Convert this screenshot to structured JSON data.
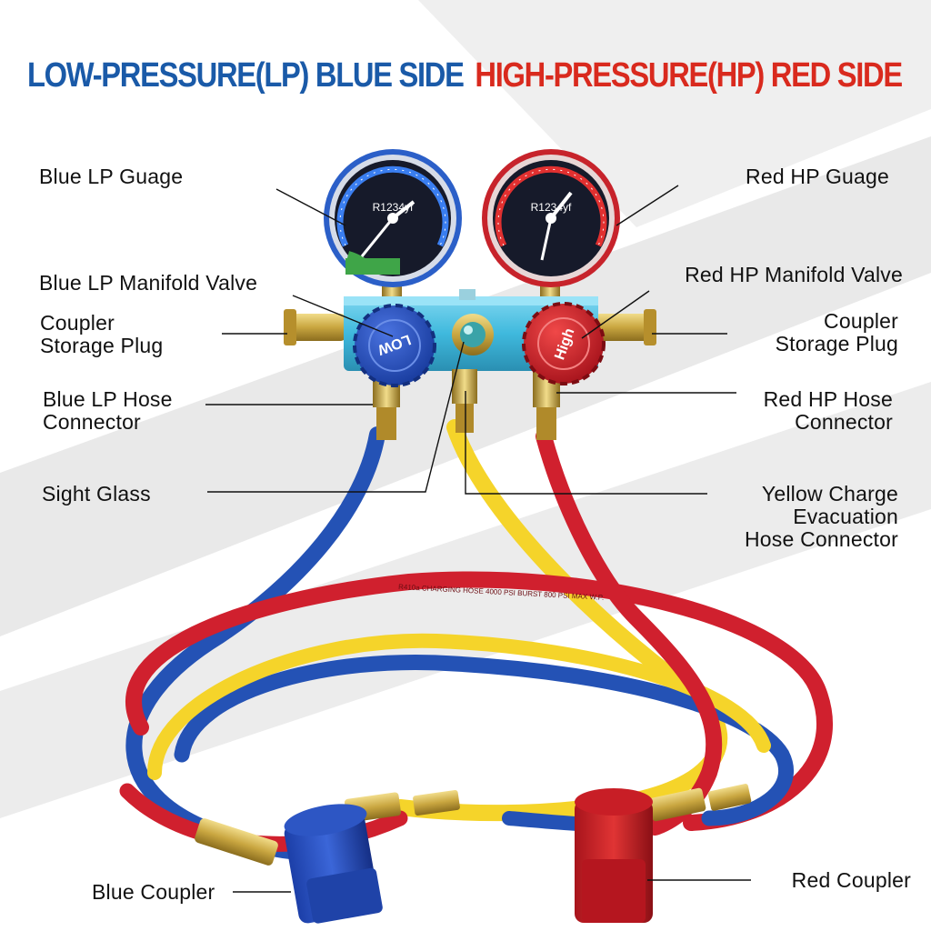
{
  "headings": {
    "low_side": "LOW-PRESSURE(LP) BLUE SIDE",
    "high_side": "HIGH-PRESSURE(HP) RED SIDE"
  },
  "labels": {
    "blue_lp_gauge": "Blue LP Guage",
    "red_hp_gauge": "Red HP Guage",
    "blue_lp_manifold_valve": "Blue LP Manifold Valve",
    "red_hp_manifold_valve": "Red HP Manifold Valve",
    "coupler_storage_plug_left": [
      "Coupler",
      "Storage Plug"
    ],
    "coupler_storage_plug_right": [
      "Coupler",
      "Storage Plug"
    ],
    "blue_lp_hose_connector": [
      "Blue LP Hose",
      "Connector"
    ],
    "red_hp_hose_connector": [
      "Red HP Hose",
      "Connector"
    ],
    "sight_glass": "Sight Glass",
    "yellow_charge_connector": [
      "Yellow Charge",
      "Evacuation",
      "Hose Connector"
    ],
    "blue_coupler": "Blue Coupler",
    "red_coupler": "Red Coupler"
  },
  "gauges": {
    "lp_refrigerant": "R1234yf",
    "hp_refrigerant": "R1234yf"
  },
  "valves": {
    "low_knob": "LOW",
    "high_knob": "High"
  },
  "hose_print": "R410a CHARGING HOSE 4000 PSI BURST 800 PSI MAX W.P.",
  "colors": {
    "lp_blue": "#1a5aa8",
    "hp_red": "#d92a1e",
    "hose_blue": "#2452b5",
    "hose_red": "#d0202e",
    "hose_yellow": "#f5d42a",
    "manifold_teal": "#3fb9dd",
    "brass": "#c9a640"
  }
}
